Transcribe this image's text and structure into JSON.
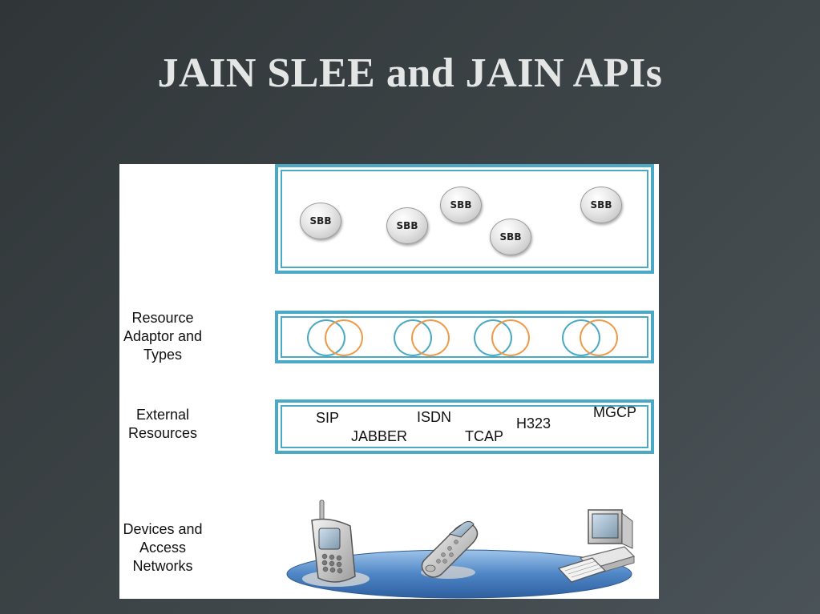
{
  "title": "JAIN SLEE and JAIN APIs",
  "sbb_layer": {
    "components": [
      "SBB",
      "SBB",
      "SBB",
      "SBB",
      "SBB"
    ]
  },
  "ra_layer": {
    "label": "Resource Adaptor and Types",
    "adaptor_count": 4,
    "colors": {
      "ring_left": "#4aa9c4",
      "ring_right": "#ef9a48"
    }
  },
  "external_layer": {
    "label": "External Resources",
    "protocols": [
      "SIP",
      "JABBER",
      "ISDN",
      "TCAP",
      "H323",
      "MGCP"
    ]
  },
  "devices_layer": {
    "label": "Devices and Access Networks",
    "devices": [
      "mobile-phone-icon",
      "flip-phone-icon",
      "desktop-computer-icon"
    ]
  },
  "colors": {
    "band_border": "#4aa9c4",
    "network_ellipse": "#4f86c6"
  }
}
